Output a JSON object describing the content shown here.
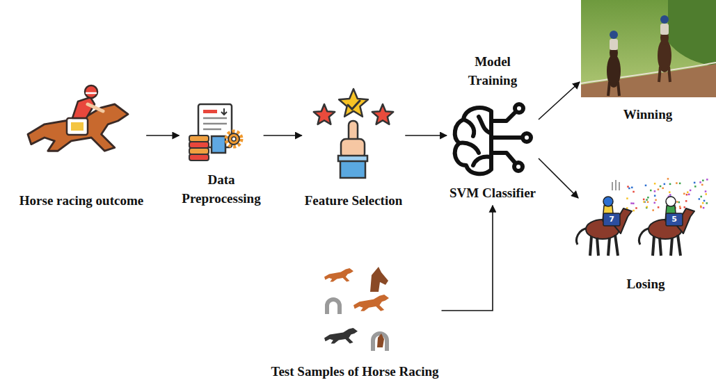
{
  "diagram": {
    "nodes": [
      {
        "text": [
          "Horse racing outcome"
        ]
      },
      {
        "text": [
          "Data Preprocessing"
        ]
      },
      {
        "text": [
          "Feature Selection"
        ]
      },
      {
        "text": [
          "Model Training",
          "SVM Classifier"
        ]
      },
      {
        "text": [
          "Winning"
        ]
      },
      {
        "text": [
          "Losing"
        ]
      },
      {
        "text": [
          "Test Samples of Horse Racing"
        ]
      }
    ],
    "edges": [
      {
        "from": 0,
        "to": 1,
        "arrow": "to"
      },
      {
        "from": 1,
        "to": 2,
        "arrow": "to"
      },
      {
        "from": 2,
        "to": 3,
        "arrow": "to"
      },
      {
        "from": 3,
        "to": 4,
        "arrow": "to"
      },
      {
        "from": 3,
        "to": 5,
        "arrow": "to"
      },
      {
        "from": 6,
        "to": 3,
        "arrow": "to"
      }
    ],
    "labels": [
      "7",
      "5"
    ]
  }
}
